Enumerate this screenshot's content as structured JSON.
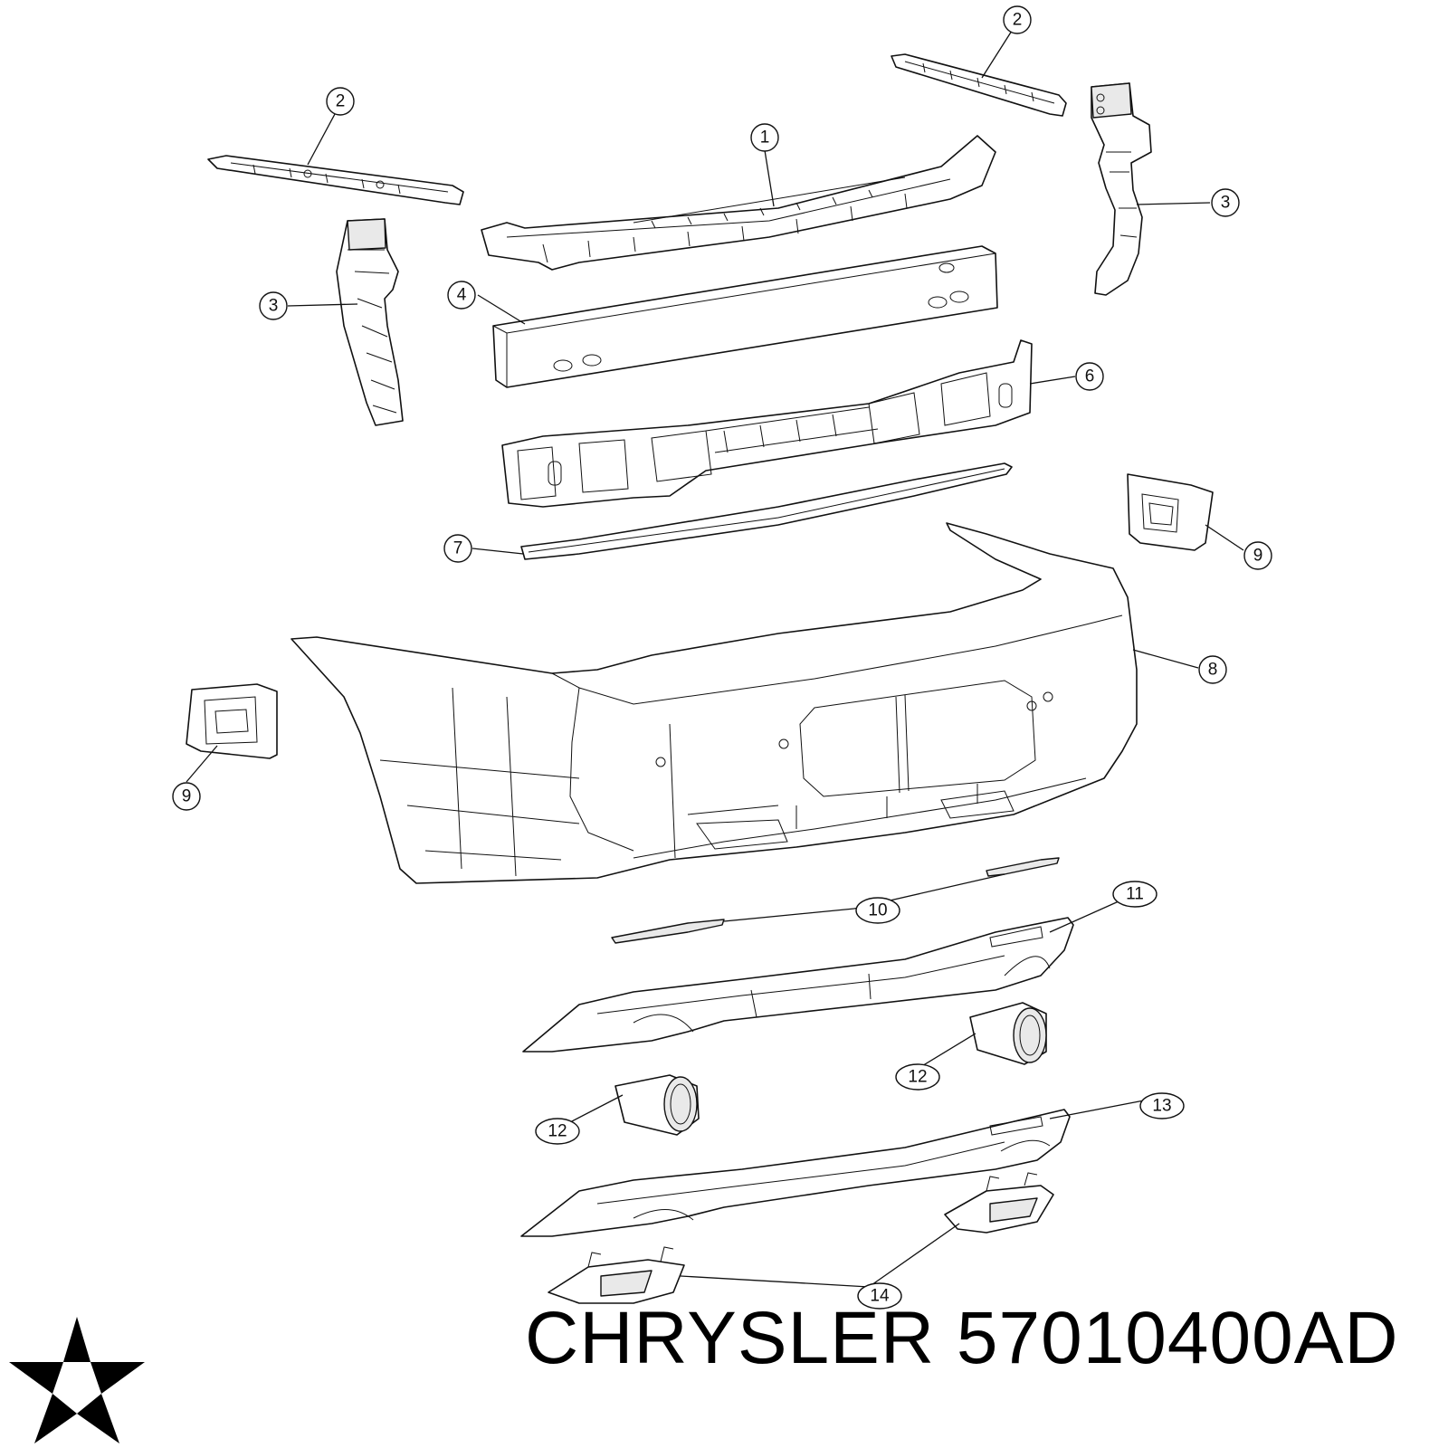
{
  "footer": {
    "brand": "CHRYSLER",
    "part_number": "57010400AD"
  },
  "colors": {
    "line": "#111111",
    "background": "#ffffff",
    "logo": "#000000"
  },
  "logo_icon": "chrysler-pentastar-icon",
  "callouts": [
    {
      "id": "c1",
      "label": "1"
    },
    {
      "id": "c2a",
      "label": "2"
    },
    {
      "id": "c2b",
      "label": "2"
    },
    {
      "id": "c3a",
      "label": "3"
    },
    {
      "id": "c3b",
      "label": "3"
    },
    {
      "id": "c4",
      "label": "4"
    },
    {
      "id": "c6",
      "label": "6"
    },
    {
      "id": "c7",
      "label": "7"
    },
    {
      "id": "c8",
      "label": "8"
    },
    {
      "id": "c9a",
      "label": "9"
    },
    {
      "id": "c9b",
      "label": "9"
    },
    {
      "id": "c10",
      "label": "10"
    },
    {
      "id": "c11",
      "label": "11"
    },
    {
      "id": "c12a",
      "label": "12"
    },
    {
      "id": "c12b",
      "label": "12"
    },
    {
      "id": "c13",
      "label": "13"
    },
    {
      "id": "c14",
      "label": "14"
    }
  ]
}
